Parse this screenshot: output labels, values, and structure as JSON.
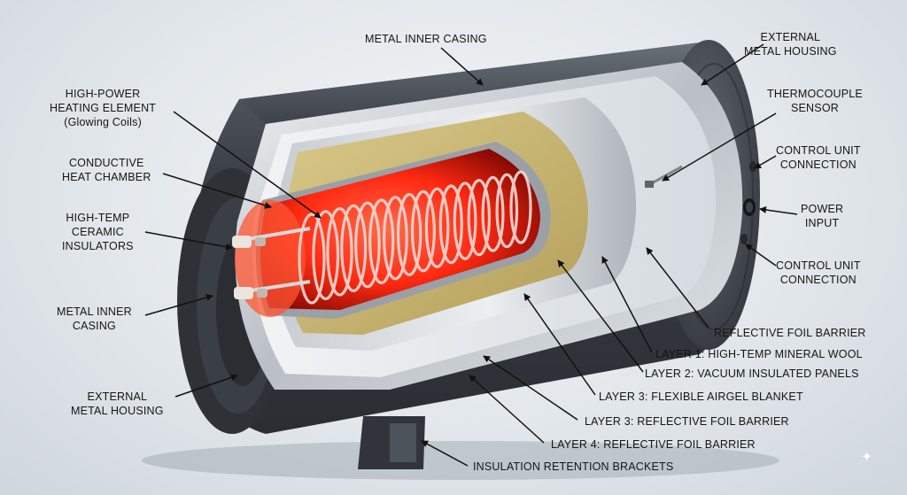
{
  "labels": {
    "metal_inner_casing_top": "METAL INNER CASING",
    "external_metal_housing_top": [
      "EXTERNAL",
      "METAL HOUSING"
    ],
    "thermocouple_sensor": [
      "THERMOCOUPLE",
      "SENSOR"
    ],
    "control_unit_connection_1": [
      "CONTROL UNIT",
      "CONNECTION"
    ],
    "power_input": [
      "POWER",
      "INPUT"
    ],
    "control_unit_connection_2": [
      "CONTROL UNIT",
      "CONNECTION"
    ],
    "reflective_foil_barrier": "REFLECTIVE FOIL BARRIER",
    "layer1": "LAYER 1: HIGH-TEMP MINERAL WOOL",
    "layer2": "LAYER 2: VACUUM INSULATED PANELS",
    "layer3_airgel": "LAYER 3: FLEXIBLE AIRGEL BLANKET",
    "layer3_foil": "LAYER 3: REFLECTIVE FOIL BARRIER",
    "layer4": "LAYER 4: REFLECTIVE FOIL BARRIER",
    "insulation_retention_brackets": "INSULATION RETENTION BRACKETS",
    "high_power_heating_element": [
      "HIGH-POWER",
      "HEATING ELEMENT",
      "(Glowing Coils)"
    ],
    "conductive_heat_chamber": [
      "CONDUCTIVE",
      "HEAT CHAMBER"
    ],
    "high_temp_ceramic_insulators": [
      "HIGH-TEMP",
      "CERAMIC",
      "INSULATORS"
    ],
    "metal_inner_casing_left": [
      "METAL INNER",
      "CASING"
    ],
    "external_metal_housing_left": [
      "EXTERNAL",
      "METAL HOUSING"
    ]
  },
  "icons": {
    "watermark": "sparkle-icon"
  },
  "colors": {
    "housing": "#3c4148",
    "foil": "#c9ced3",
    "mineral_wool": "#cdbb78",
    "vacuum_panel": "#d4d8dc",
    "airgel": "#e6eaee",
    "chamber_glow": "#ff3a1e",
    "coil": "#e8c7c0"
  }
}
